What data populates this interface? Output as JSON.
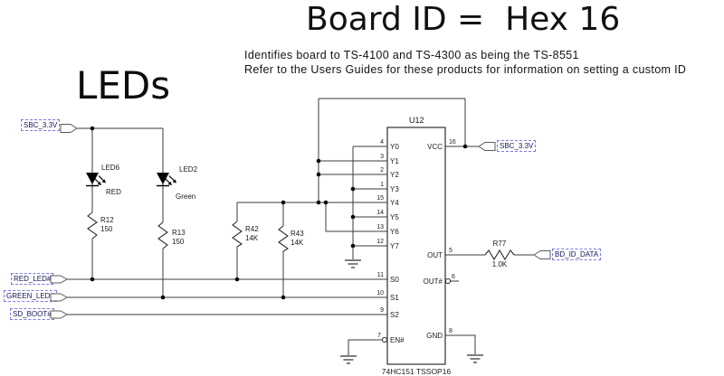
{
  "title": "Board ID =  Hex 16",
  "notes": {
    "line1": "Identifies board to TS-4100 and TS-4300 as being the TS-8551",
    "line2": "Refer to the Users Guides for these products for information on setting a custom ID"
  },
  "section": {
    "heading": "LEDs"
  },
  "net_labels": {
    "sbc_left": "SBC_3.3V",
    "sbc_right": "SBC_3.3V",
    "red_led": "RED_LED#",
    "green_led": "GREEN_LED#",
    "sd_boot": "SD_BOOT#",
    "bd_id_data": "BD_ID_DATA"
  },
  "components": {
    "led6": {
      "ref": "LED6",
      "color": "RED"
    },
    "led2": {
      "ref": "LED2",
      "color": "Green"
    },
    "r12": {
      "ref": "R12",
      "value": "150"
    },
    "r13": {
      "ref": "R13",
      "value": "150"
    },
    "r42": {
      "ref": "R42",
      "value": "14K"
    },
    "r43": {
      "ref": "R43",
      "value": "14K"
    },
    "r77": {
      "ref": "R77",
      "value": "1.0K"
    }
  },
  "chip": {
    "ref": "U12",
    "part": "74HC151 TSSOP16",
    "left_pins": [
      {
        "num": "4",
        "name": "Y0"
      },
      {
        "num": "3",
        "name": "Y1"
      },
      {
        "num": "2",
        "name": "Y2"
      },
      {
        "num": "1",
        "name": "Y3"
      },
      {
        "num": "15",
        "name": "Y4"
      },
      {
        "num": "14",
        "name": "Y5"
      },
      {
        "num": "13",
        "name": "Y6"
      },
      {
        "num": "12",
        "name": "Y7"
      },
      {
        "num": "11",
        "name": "S0"
      },
      {
        "num": "10",
        "name": "S1"
      },
      {
        "num": "9",
        "name": "S2"
      },
      {
        "num": "7",
        "name": "EN#"
      }
    ],
    "right_pins": [
      {
        "num": "16",
        "name": "VCC"
      },
      {
        "num": "5",
        "name": "OUT"
      },
      {
        "num": "6",
        "name": "OUT#"
      },
      {
        "num": "8",
        "name": "GND"
      }
    ]
  },
  "colors": {
    "wire": "#3b3b3b",
    "text": "#1a1a1a",
    "net_label_border": "#7a7ae0",
    "net_label_text": "#14145a",
    "junction": "#0a0a0a"
  }
}
